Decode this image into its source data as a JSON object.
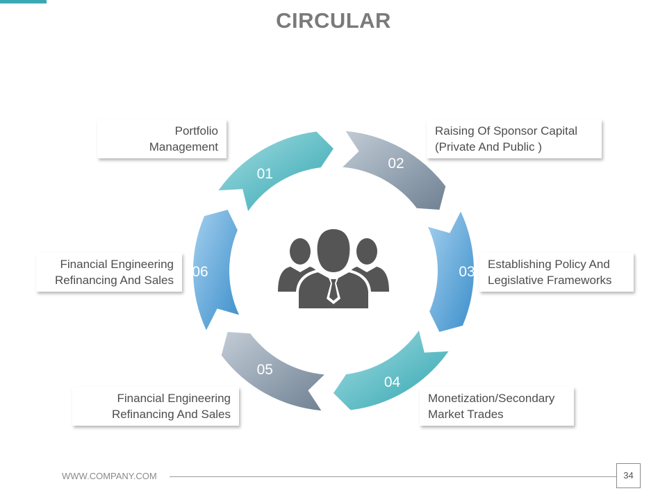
{
  "title": "CIRCULAR",
  "steps": [
    {
      "number": "01",
      "lines": [
        "Portfolio",
        "Management"
      ]
    },
    {
      "number": "02",
      "lines": [
        "Raising Of Sponsor Capital",
        "(Private And Public )"
      ]
    },
    {
      "number": "03",
      "lines": [
        "Establishing Policy And",
        "Legislative Frameworks"
      ]
    },
    {
      "number": "04",
      "lines": [
        "Monetization/Secondary",
        "Market Trades"
      ]
    },
    {
      "number": "05",
      "lines": [
        "Financial Engineering",
        "Refinancing And Sales"
      ]
    },
    {
      "number": "06",
      "lines": [
        "Financial Engineering",
        "Refinancing And Sales"
      ]
    }
  ],
  "colors": {
    "teal": "#3fb3bd",
    "slate": "#8796a6",
    "blue": "#4a9fd6",
    "icon_gray": "#555555",
    "accent": "#3aa8b3"
  },
  "center_icon": "people-group-icon",
  "footer": {
    "url": "WWW.COMPANY.COM",
    "page_number": "34"
  }
}
